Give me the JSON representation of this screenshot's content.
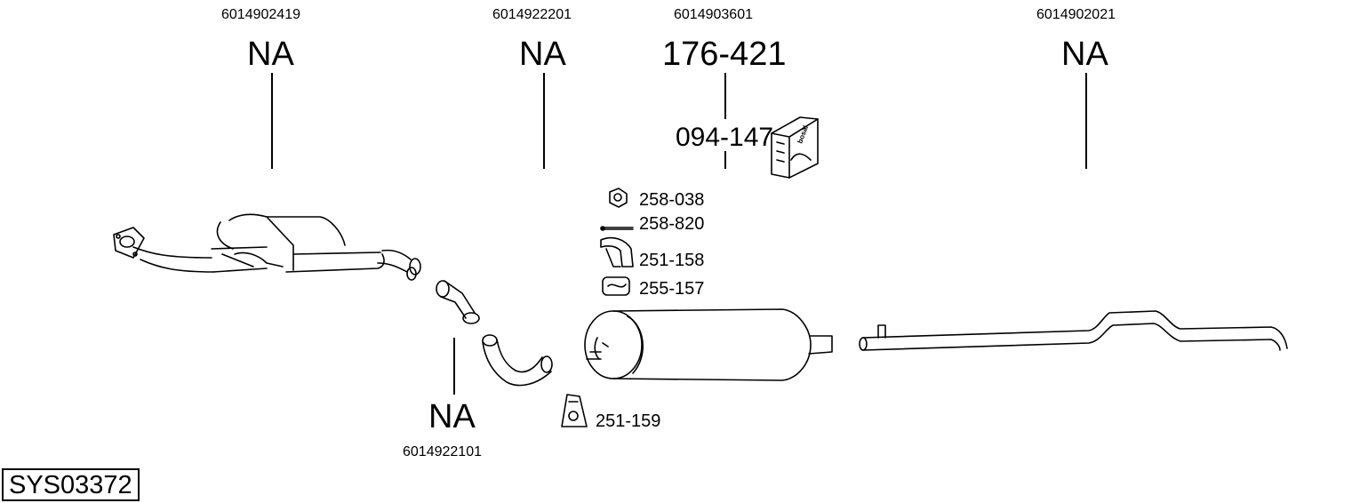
{
  "diagram": {
    "system_code": "SYS03372",
    "parts": {
      "front_pipe": {
        "oe_number": "6014902419",
        "part_number": "NA"
      },
      "middle_pipe_a": {
        "oe_number": "6014922201",
        "part_number": "NA"
      },
      "middle_pipe_b": {
        "oe_number": "6014922101",
        "part_number": "NA"
      },
      "rear_silencer": {
        "oe_number": "6014903601",
        "part_number": "176-421",
        "kit_number": "094-147"
      },
      "tail_pipe": {
        "oe_number": "6014902021",
        "part_number": "NA"
      }
    },
    "accessories": {
      "nut": "258-038",
      "bolt": "258-820",
      "clamp": "251-158",
      "rubber_mount": "255-157",
      "bracket": "251-159"
    },
    "kit_box_brand": "bosal"
  }
}
